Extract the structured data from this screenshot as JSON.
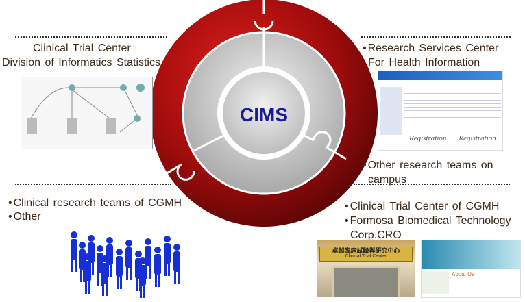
{
  "center": {
    "label": "CIMS",
    "colors": {
      "outer": "#a00f0f",
      "ring": "#c8c8c8",
      "core": "#d8d8d8",
      "text": "#1a1a9a"
    }
  },
  "top_left": {
    "line1": "Clinical Trial Center",
    "line2": "Division of Informatics Statistics"
  },
  "top_right": {
    "item1_line1": "Research Services Center",
    "item1_line2": "For Health  Information",
    "item2_line1": "Other research teams on",
    "item2_line2": "campus"
  },
  "bottom_left": {
    "items": [
      "Clinical research teams of CGMH",
      "Other"
    ]
  },
  "bottom_right": {
    "items": [
      "Clinical Trial Center of CGMH",
      "Formosa Biomedical Technology"
    ],
    "item2_line2": "Corp.CRO"
  },
  "photos": {
    "website1_reg1": "Registration",
    "website1_reg2": "Registration",
    "sign_zh": "卓越臨床試驗與研究中心",
    "sign_en": "Clinical Trial Center",
    "website2_heading": "About Us"
  }
}
